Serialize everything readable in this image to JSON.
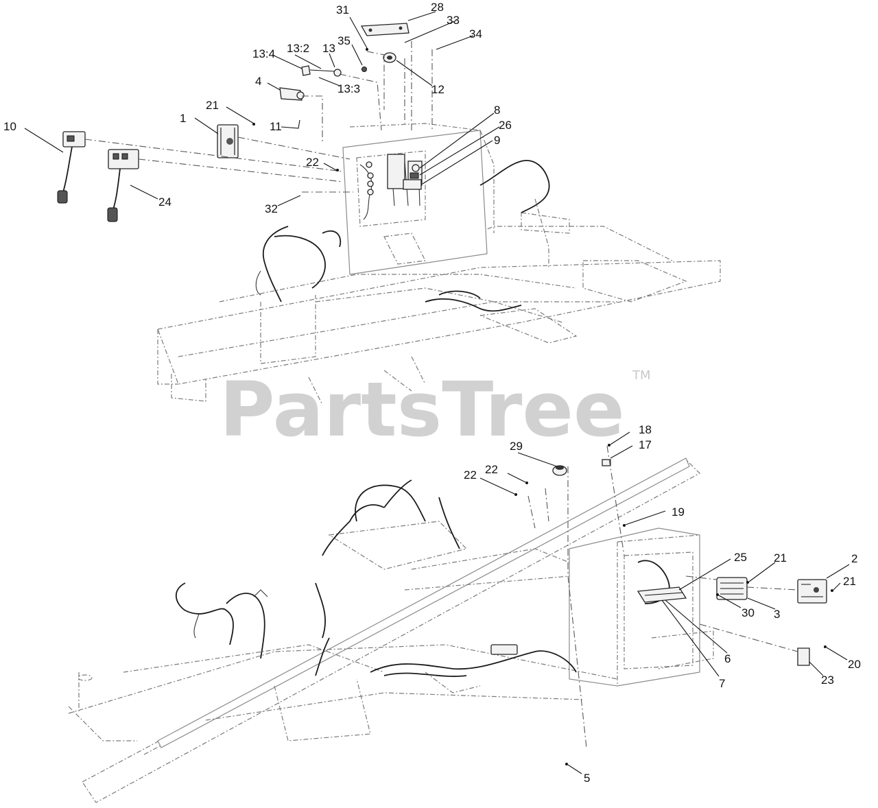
{
  "watermark": {
    "text": "PartsTree",
    "trademark": "TM"
  },
  "callouts": {
    "c1": "1",
    "c2": "2",
    "c3": "3",
    "c4": "4",
    "c5": "5",
    "c6": "6",
    "c7": "7",
    "c8": "8",
    "c9": "9",
    "c10": "10",
    "c11": "11",
    "c12": "12",
    "c13": "13",
    "c13_2": "13:2",
    "c13_3": "13:3",
    "c13_4": "13:4",
    "c17": "17",
    "c18": "18",
    "c19": "19",
    "c20": "20",
    "c21a": "21",
    "c21b": "21",
    "c21c": "21",
    "c22a": "22",
    "c22b": "22",
    "c22c": "22",
    "c23": "23",
    "c24": "24",
    "c25": "25",
    "c26": "26",
    "c28": "28",
    "c29": "29",
    "c30": "30",
    "c31": "31",
    "c32": "32",
    "c33": "33",
    "c34": "34",
    "c35": "35"
  }
}
